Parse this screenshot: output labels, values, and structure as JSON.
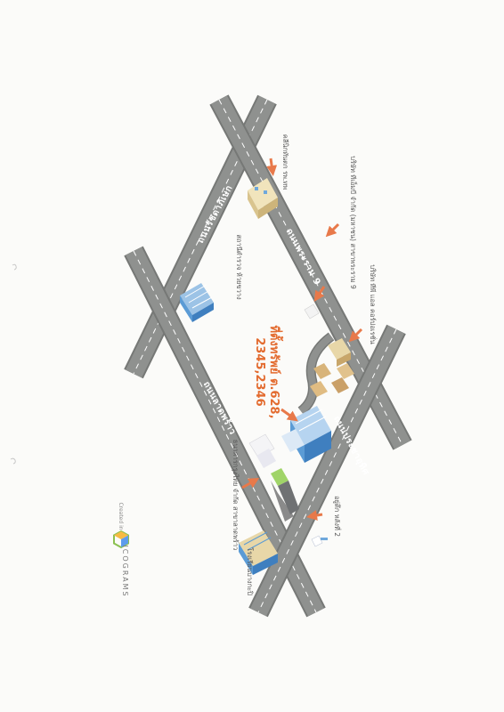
{
  "roads": {
    "top_left": "ถนนรัชดาภิเษก",
    "top_right": "ถนนพระราม 9",
    "bottom_left": "ถนนลาดพร้าว",
    "bottom_right": "ถนนประชาอุทิศ"
  },
  "target": {
    "line1": "ที่ตั้งทรัพย์ ต.628,",
    "line2": "2345,2346"
  },
  "places": [
    {
      "label": "คลีนิกทันตก รพ.ทพ"
    },
    {
      "label": "บริษัท ทีเอ็มบี จำกัด (มหาชน) สาขาพระราม 9"
    },
    {
      "label": "สถานีตำรวจ ห้วยขวาง"
    },
    {
      "label": "บริษัท ทีพี แอล คอร์ปอเรชั่น"
    },
    {
      "label": "อยู่ตึก หลังที่ 2"
    },
    {
      "label": "ธนาคารกรุงไทย จำกัด สาขาลาดพร้าว"
    },
    {
      "label": "โรงเรียนบางกะปิ"
    }
  ],
  "credit": {
    "small": "Created in",
    "brand": "ICOGRAMS"
  },
  "colors": {
    "road": "#8f918f",
    "road_edge": "#767876",
    "lane": "#ffffff",
    "arrow": "#e8794a",
    "target_text": "#e36b2f",
    "building_blue": "#5b9bd5",
    "building_beige": "#e8d7a8",
    "building_green": "#8cc152"
  }
}
